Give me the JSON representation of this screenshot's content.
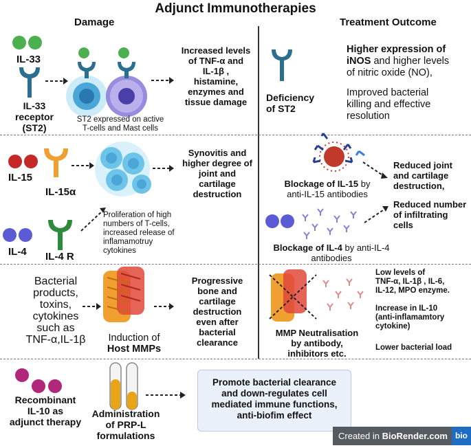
{
  "title": "Adjunct Immunotherapies",
  "headers": {
    "damage": "Damage",
    "outcome": "Treatment Outcome"
  },
  "row1": {
    "il33": "IL-33",
    "receptor_line1": "IL-33",
    "receptor_line2": "receptor",
    "receptor_line3": "(ST2)",
    "st2_caption_1": "ST2 expressed on active",
    "st2_caption_2": "T-cells and Mast cells",
    "damage_effect": [
      "Increased levels",
      "of TNF-α and",
      "IL-1β ,",
      "histamine,",
      "enzymes and",
      "tissue damage"
    ],
    "deficiency": [
      "Deficiency",
      "of ST2"
    ],
    "outcome_a_bold1": "Higher expression of",
    "outcome_a_bold2": "iNOS",
    "outcome_a_rest1": " and higher levels",
    "outcome_a_rest2": "of nitric oxide (NO),",
    "outcome_b": [
      "Improved bacterial",
      "killing and effective",
      "resolution"
    ]
  },
  "row2": {
    "il15": "IL-15",
    "il15a": "IL-15α",
    "il4": "IL-4",
    "il4r": "IL-4 R",
    "damage_effect": [
      "Synovitis and",
      "higher degree of",
      "joint and",
      "cartilage",
      "destruction"
    ],
    "prolif": [
      "Proliferation of high",
      "numbers of T-cells,",
      "increased release of",
      "inflamamotruy",
      "cytokines"
    ],
    "block15_bold": "Blockage of IL-15",
    "block15_rest1": " by",
    "block15_rest2": "anti-IL-15 antibodies",
    "reduced_joint": [
      "Reduced joint",
      "and cartilage",
      "destruction,"
    ],
    "reduced_number": [
      "Reduced number",
      "of infiltrating",
      "cells"
    ],
    "block4_bold": "Blockage of IL-4",
    "block4_rest1": " by anti-IL-4",
    "block4_rest2": "antibodies"
  },
  "row3": {
    "bacterial": [
      "Bacterial",
      "products,",
      "toxins,",
      "cytokines",
      "such as",
      "TNF-α,IL-1β"
    ],
    "induction_1": "Induction of",
    "induction_2": "Host MMPs",
    "damage_effect": [
      "Progressive",
      "bone and",
      "cartilage",
      "destruction",
      "even after",
      "bacterial",
      "clearance"
    ],
    "mmp_neut": [
      "MMP Neutralisation",
      "by antibody,",
      "inhibitors etc."
    ],
    "low_levels": [
      "Low levels of",
      "TNF-α, IL-1β , IL-6,",
      "IL-12, MPO enzyme."
    ],
    "increase_il10": [
      "Increase in IL-10",
      "(anti-inflamamtory",
      "cytokine)"
    ],
    "lower_load": "Lower bacterial load"
  },
  "row4": {
    "recombinant": [
      "Recombinant",
      "IL-10 as",
      "adjunct therapy"
    ],
    "administration": [
      "Administration",
      "of PRP-L",
      "formulations"
    ],
    "promote": [
      "Promote bacterial clearance",
      "and down-regulates cell",
      "mediated immune functions,",
      "anti-biofim effect"
    ]
  },
  "watermark": {
    "text": "Created in ",
    "brand": "BioRender.com",
    "logo": "bio"
  },
  "colors": {
    "green": "#4caf50",
    "teal": "#2a6f8f",
    "red": "#c62828",
    "orange": "#f0a030",
    "purple": "#5c5bd6",
    "magenta": "#b0287a",
    "cell_blue": "#6ec3e8"
  }
}
